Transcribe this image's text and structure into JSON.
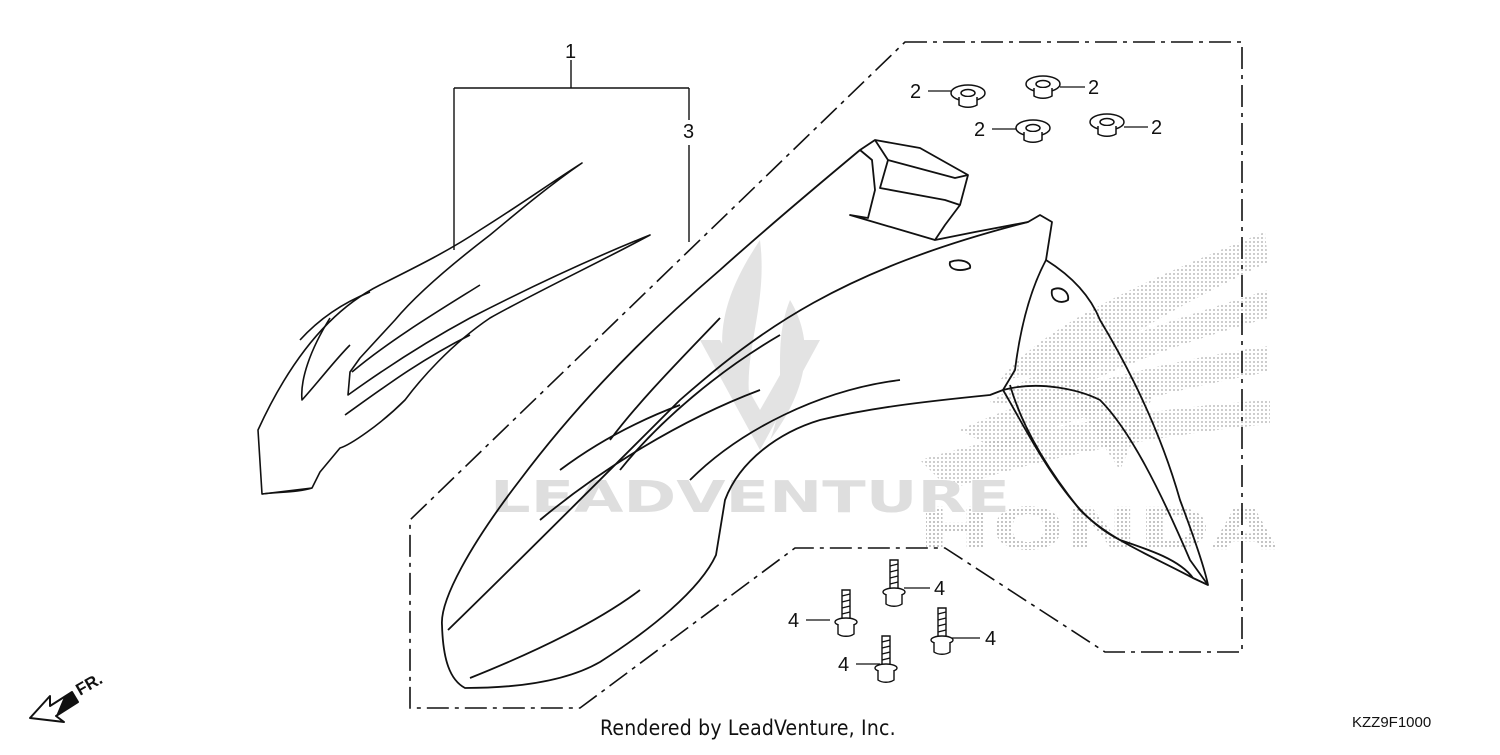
{
  "diagram": {
    "callouts": [
      {
        "id": "c1",
        "label": "1"
      },
      {
        "id": "c2a",
        "label": "2"
      },
      {
        "id": "c2b",
        "label": "2"
      },
      {
        "id": "c2c",
        "label": "2"
      },
      {
        "id": "c2d",
        "label": "2"
      },
      {
        "id": "c3",
        "label": "3"
      },
      {
        "id": "c4a",
        "label": "4"
      },
      {
        "id": "c4b",
        "label": "4"
      },
      {
        "id": "c4c",
        "label": "4"
      },
      {
        "id": "c4d",
        "label": "4"
      }
    ],
    "front_arrow_label": "FR.",
    "watermark_text": "LEADVENTURE",
    "brand_watermark": "HONDA",
    "footer_text": "Rendered by LeadVenture, Inc.",
    "diagram_code": "KZZ9F1000"
  },
  "colors": {
    "line": "#111111",
    "watermark": "#d6d6d6",
    "dots": "#9a9a9a"
  }
}
